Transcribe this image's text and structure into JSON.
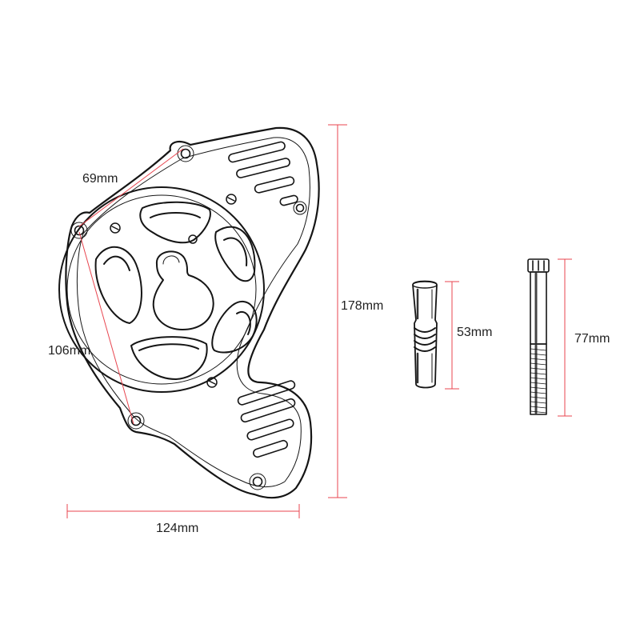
{
  "colors": {
    "dimension_line": "#e8454f",
    "outline": "#151515",
    "label_text": "#222222",
    "background": "#ffffff"
  },
  "dimensions": {
    "hole_spacing_top": "69mm",
    "hole_spacing_left": "106mm",
    "cover_height": "178mm",
    "cover_width": "124mm",
    "spacer_length": "53mm",
    "bolt_length": "77mm"
  }
}
